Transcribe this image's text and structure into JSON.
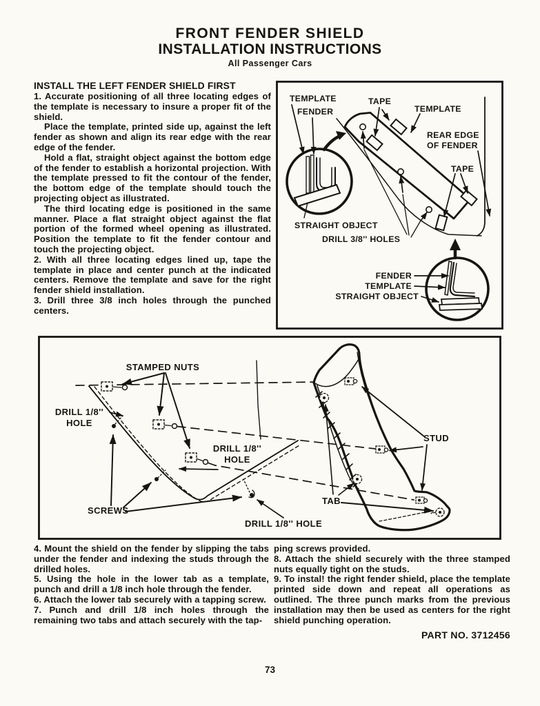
{
  "page": {
    "title_line1": "FRONT FENDER SHIELD",
    "title_line2": "INSTALLATION INSTRUCTIONS",
    "subtitle": "All Passenger Cars",
    "part_no": "PART NO. 3712456",
    "page_number": "73"
  },
  "intro": {
    "heading": "INSTALL THE LEFT FENDER SHIELD FIRST",
    "paragraphs": [
      "1. Accurate positioning of all three locating edges of the template is necessary to insure a proper fit of the shield.",
      "Place the template, printed side up, against the left fender as shown and align its rear edge with the rear edge of the fender.",
      "Hold a flat, straight object against the bottom edge of the fender to establish a horizontal projection. With the template pressed to fit the contour of the fender, the bottom edge of the template should touch the projecting object as illustrated.",
      "The third locating edge is positioned in the same manner. Place a flat straight object against the flat portion of the formed wheel opening as illustrated. Position the template to fit the fender contour and touch the projecting object.",
      "2. With all three locating edges lined up, tape the template in place and center punch at the indicated centers. Remove the template and save for the right fender shield installation.",
      "3. Drill three 3/8 inch holes through the punched centers."
    ]
  },
  "diagram_top": {
    "labels": {
      "template_upper": "TEMPLATE",
      "fender_upper": "FENDER",
      "tape_top": "TAPE",
      "template_right": "TEMPLATE",
      "rear_edge_1": "REAR EDGE",
      "rear_edge_2": "OF FENDER",
      "tape_right": "TAPE",
      "straight_object": "STRAIGHT OBJECT",
      "drill_holes": "DRILL 3/8'' HOLES",
      "fender_lower": "FENDER",
      "template_lower": "TEMPLATE",
      "straight_object_lower": "STRAIGHT OBJECT"
    }
  },
  "diagram_main": {
    "labels": {
      "stamped_nuts": "STAMPED NUTS",
      "drill_left_1": "DRILL 1/8''",
      "drill_left_2": "HOLE",
      "drill_mid_1": "DRILL 1/8''",
      "drill_mid_2": "HOLE",
      "screws": "SCREWS",
      "drill_bottom": "DRILL 1/8'' HOLE",
      "stud": "STUD",
      "tab": "TAB"
    }
  },
  "steps_left": {
    "paragraphs": [
      "4. Mount the shield on the fender by slipping the tabs under the fender and indexing the studs through the drilled holes.",
      "5. Using the hole in the lower tab as a template, punch and drill a 1/8 inch hole through the fender.",
      "6. Attach the lower tab securely with a tapping screw.",
      "7. Punch and drill 1/8 inch holes through the remaining two tabs and attach securely with the tap-"
    ]
  },
  "steps_right": {
    "paragraphs": [
      "ping screws provided.",
      "8. Attach the shield securely with the three stamped nuts equally tight on the studs.",
      "9. To instal! the right fender shield, place the template printed side down and repeat all operations as outlined. The three punch marks from the previous installation may then be used as centers for the right shield punching operation."
    ]
  }
}
